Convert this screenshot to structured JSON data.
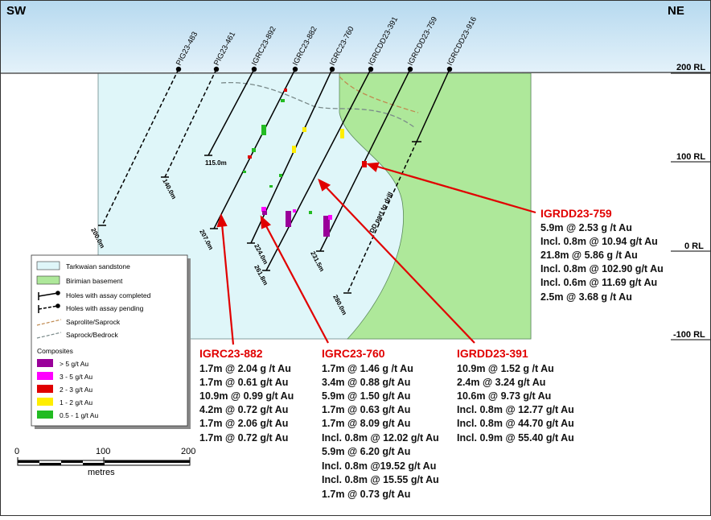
{
  "orientation": {
    "left": "SW",
    "right": "NE"
  },
  "elevation_labels": [
    "200 RL",
    "100 RL",
    "0 RL",
    "-100 RL"
  ],
  "holes": [
    {
      "name": "PIG23-483",
      "depth": "200.0m",
      "status": "pending"
    },
    {
      "name": "PIG23-461",
      "depth": "140.0m",
      "status": "pending"
    },
    {
      "name": "IGRC23-892",
      "depth": "115.0m",
      "status": "completed"
    },
    {
      "name": "IGRC23-882",
      "depth": "207.0m",
      "status": "completed"
    },
    {
      "name": "IGRC23-760",
      "depth": "224.0m",
      "status": "completed"
    },
    {
      "name": "IGRCDD23-391",
      "depth": "261.8m",
      "status": "completed"
    },
    {
      "name": "IGRCDD23-759",
      "depth": "231.5m",
      "status": "completed"
    },
    {
      "name": "IGRCDD23-916",
      "depth": "280.0m",
      "status": "pending"
    }
  ],
  "dd_annotation": "DD part to drill",
  "legend": {
    "items": [
      "Tarkwaian sandstone",
      "Birimian basement",
      "Holes with assay completed",
      "Holes with assay pending",
      "Saprolite/Saprock",
      "Saprock/Bedrock"
    ],
    "composites_title": "Composites",
    "composites": [
      {
        "label": "> 5 g/t Au",
        "color": "#990099"
      },
      {
        "label": "3 - 5 g/t Au",
        "color": "#ff00ff"
      },
      {
        "label": "2 - 3 g/t Au",
        "color": "#e00000"
      },
      {
        "label": "1 - 2 g/t Au",
        "color": "#ffee00"
      },
      {
        "label": "0.5 - 1 g/t Au",
        "color": "#22bb22"
      }
    ]
  },
  "scale_bar": {
    "ticks": [
      "0",
      "100",
      "200"
    ],
    "unit": "metres"
  },
  "callouts": [
    {
      "title": "IGRDD23-759",
      "lines": [
        "5.9m @ 2.53 g /t Au",
        "Incl. 0.8m @ 10.94 g/t Au",
        "21.8m @ 5.86 g /t Au",
        "Incl. 0.8m @ 102.90 g/t Au",
        "Incl. 0.6m @ 11.69 g/t Au",
        "2.5m @ 3.68 g /t Au"
      ]
    },
    {
      "title": "IGRC23-882",
      "lines": [
        "1.7m @ 2.04 g /t Au",
        "1.7m @ 0.61 g/t Au",
        "10.9m @ 0.99 g/t Au",
        "4.2m @ 0.72 g/t Au",
        "1.7m @ 2.06 g/t Au",
        "1.7m @ 0.72 g/t Au"
      ]
    },
    {
      "title": "IGRC23-760",
      "lines": [
        "1.7m @ 1.46 g /t Au",
        "3.4m @ 0.88 g/t Au",
        "5.9m @ 1.50 g/t Au",
        "1.7m @ 0.63 g/t Au",
        "1.7m @ 8.09 g/t Au",
        "Incl. 0.8m @ 12.02 g/t Au",
        "5.9m @ 6.20 g/t Au",
        "Incl. 0.8m @19.52 g/t Au",
        "Incl. 0.8m @ 15.55 g/t Au",
        "1.7m @ 0.73 g/t Au"
      ]
    },
    {
      "title": "IGRDD23-391",
      "lines": [
        "10.9m @ 1.52 g /t Au",
        "2.4m @ 3.24 g/t Au",
        "10.6m @ 9.73 g/t Au",
        "Incl. 0.8m @ 12.77 g/t Au",
        "Incl. 0.8m @ 44.70 g/t Au",
        "Incl. 0.9m @ 55.40 g/t Au"
      ]
    }
  ],
  "colors": {
    "sky": "#cfe7f5",
    "sandstone": "#dff6f9",
    "basement": "#aee89a",
    "callout_title": "#e10000",
    "saprolite_line": "#c08a50",
    "saprock_line": "#7a8a8a"
  }
}
